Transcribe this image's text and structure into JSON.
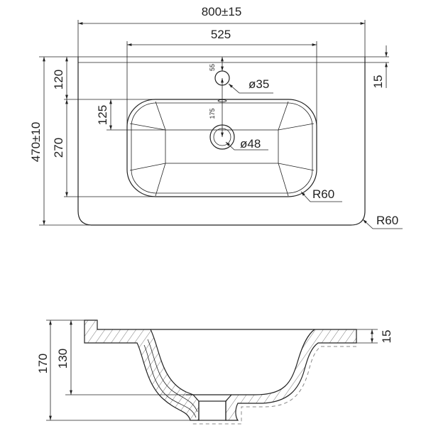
{
  "top_view": {
    "width_label": "800±15",
    "bowl_width_label": "525",
    "depth_label": "470±10",
    "front_to_bowl_label": "120",
    "bowl_depth_label": "270",
    "bowl_to_drain_label": "125",
    "tap_offset_label": "55",
    "tap_to_drain_label": "175",
    "tap_hole_label": "ø35",
    "drain_label": "ø48",
    "bowl_radius_label": "R60",
    "outer_radius_label": "R60",
    "rim_label": "15"
  },
  "section_view": {
    "total_height_label": "170",
    "bowl_height_label": "130",
    "rim_thickness_label": "15"
  },
  "colors": {
    "line": "#222222",
    "background": "#ffffff"
  }
}
